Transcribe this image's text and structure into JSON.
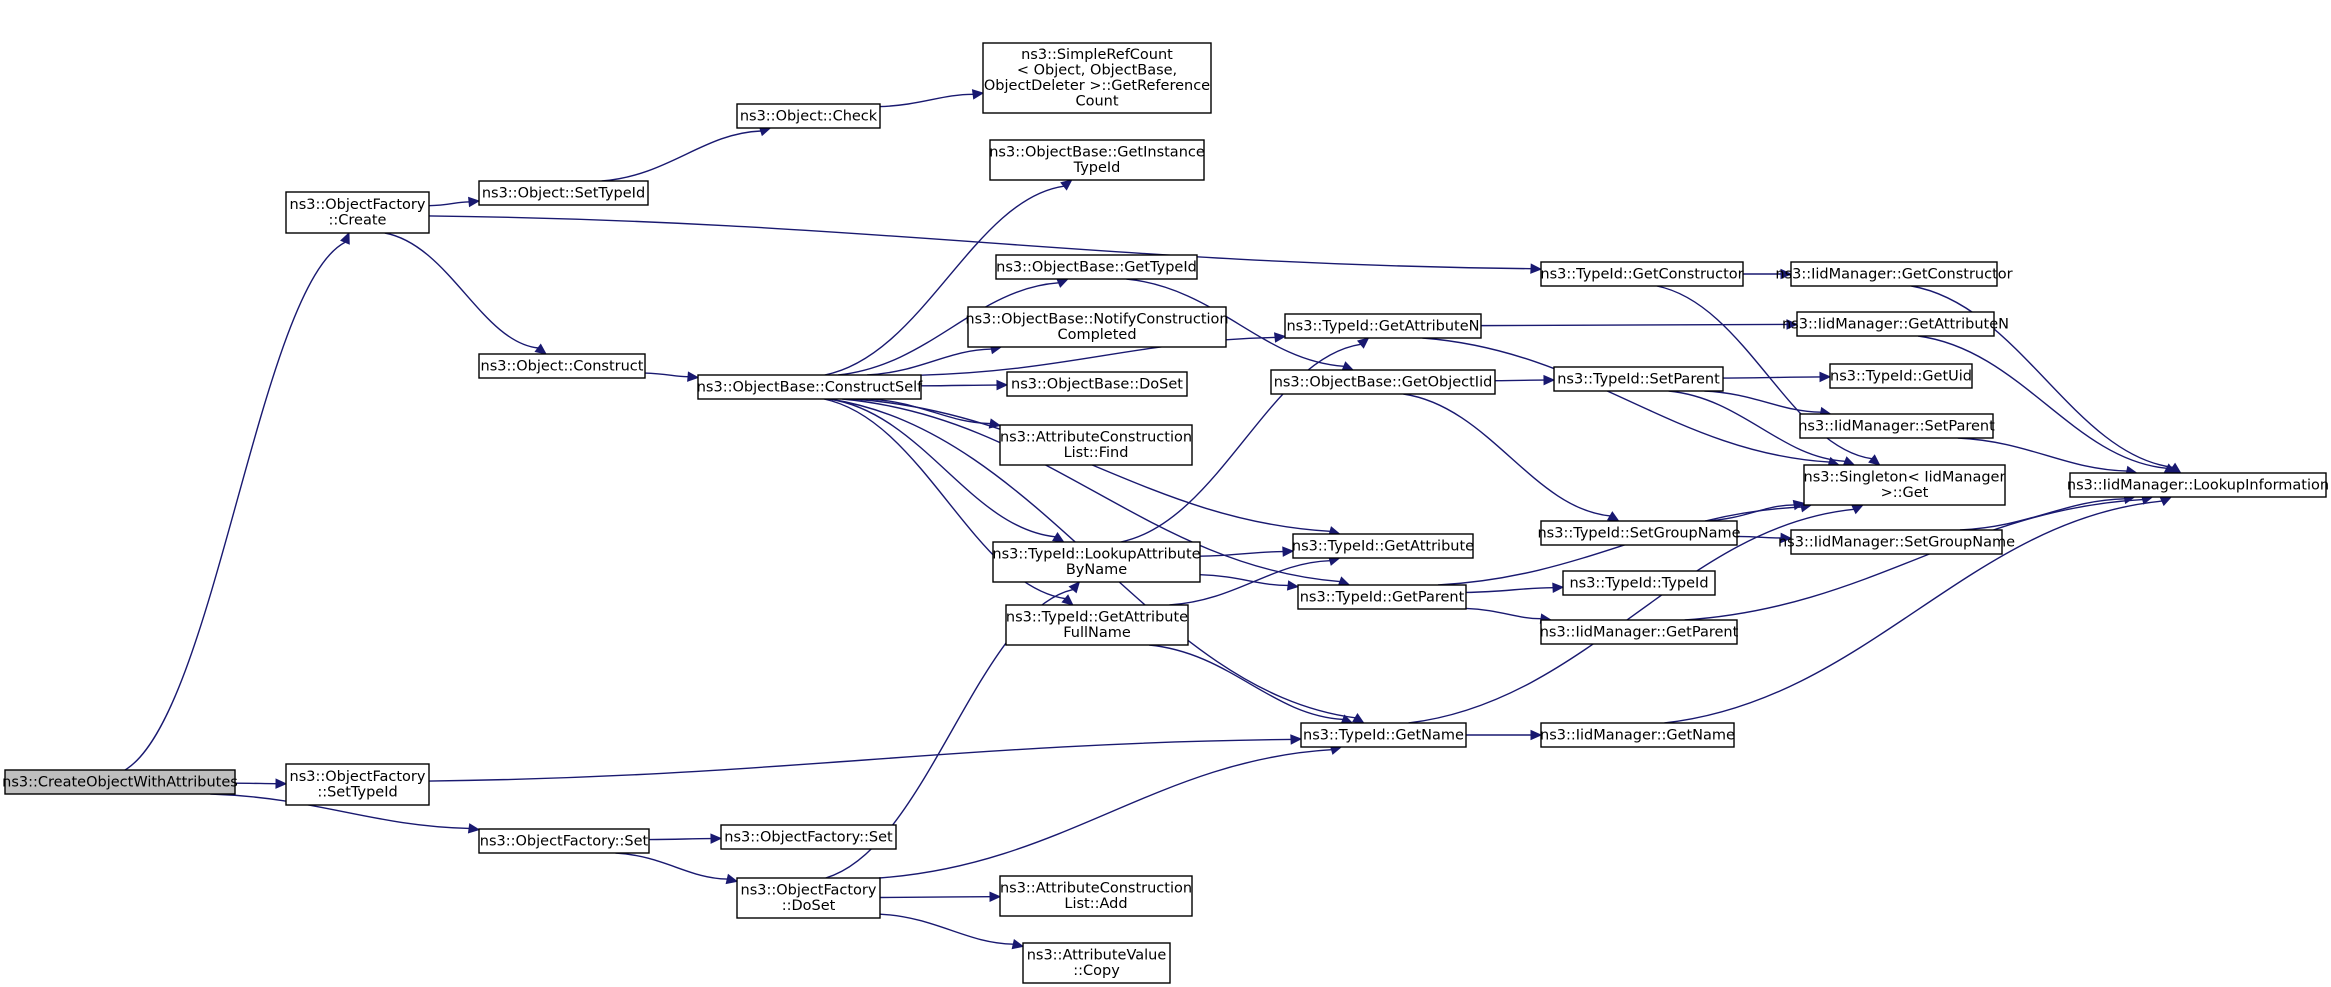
{
  "diagram": {
    "type": "call-graph",
    "colors": {
      "edge": "#191970",
      "node_border": "#000000",
      "root_fill": "#bfbfbf",
      "node_fill": "#ffffff"
    },
    "nodes": [
      {
        "id": "root",
        "lines": [
          "ns3::CreateObjectWithAttributes"
        ]
      },
      {
        "id": "ofcreate",
        "lines": [
          "ns3::ObjectFactory",
          "::Create"
        ]
      },
      {
        "id": "ofsettypeid",
        "lines": [
          "ns3::ObjectFactory",
          "::SetTypeId"
        ]
      },
      {
        "id": "ofset",
        "lines": [
          "ns3::ObjectFactory::Set"
        ]
      },
      {
        "id": "objsettypeid",
        "lines": [
          "ns3::Object::SetTypeId"
        ]
      },
      {
        "id": "objconstruct",
        "lines": [
          "ns3::Object::Construct"
        ]
      },
      {
        "id": "objcheck",
        "lines": [
          "ns3::Object::Check"
        ]
      },
      {
        "id": "refcount",
        "lines": [
          "ns3::SimpleRefCount",
          "< Object, ObjectBase,",
          "ObjectDeleter >::GetReference",
          "Count"
        ]
      },
      {
        "id": "constructself",
        "lines": [
          "ns3::ObjectBase::ConstructSelf"
        ]
      },
      {
        "id": "getinstancetypeid",
        "lines": [
          "ns3::ObjectBase::GetInstance",
          "TypeId"
        ]
      },
      {
        "id": "obgettypeid",
        "lines": [
          "ns3::ObjectBase::GetTypeId"
        ]
      },
      {
        "id": "notifyconstruction",
        "lines": [
          "ns3::ObjectBase::NotifyConstruction",
          "Completed"
        ]
      },
      {
        "id": "obdoset",
        "lines": [
          "ns3::ObjectBase::DoSet"
        ]
      },
      {
        "id": "aclfind",
        "lines": [
          "ns3::AttributeConstruction",
          "List::Find"
        ]
      },
      {
        "id": "ofset2",
        "lines": [
          "ns3::ObjectFactory::Set"
        ]
      },
      {
        "id": "ofdoset",
        "lines": [
          "ns3::ObjectFactory",
          "::DoSet"
        ]
      },
      {
        "id": "acladd",
        "lines": [
          "ns3::AttributeConstruction",
          "List::Add"
        ]
      },
      {
        "id": "avcopy",
        "lines": [
          "ns3::AttributeValue",
          "::Copy"
        ]
      },
      {
        "id": "lookupattr",
        "lines": [
          "ns3::TypeId::LookupAttribute",
          "ByName"
        ]
      },
      {
        "id": "getattrfullname",
        "lines": [
          "ns3::TypeId::GetAttribute",
          "FullName"
        ]
      },
      {
        "id": "getattributen",
        "lines": [
          "ns3::TypeId::GetAttributeN"
        ]
      },
      {
        "id": "getobjectiid",
        "lines": [
          "ns3::ObjectBase::GetObjectIid"
        ]
      },
      {
        "id": "getattribute",
        "lines": [
          "ns3::TypeId::GetAttribute"
        ]
      },
      {
        "id": "getparent",
        "lines": [
          "ns3::TypeId::GetParent"
        ]
      },
      {
        "id": "getname",
        "lines": [
          "ns3::TypeId::GetName"
        ]
      },
      {
        "id": "getconstructor",
        "lines": [
          "ns3::TypeId::GetConstructor"
        ]
      },
      {
        "id": "setparent",
        "lines": [
          "ns3::TypeId::SetParent"
        ]
      },
      {
        "id": "setgroupname",
        "lines": [
          "ns3::TypeId::SetGroupName"
        ]
      },
      {
        "id": "typeidctor",
        "lines": [
          "ns3::TypeId::TypeId"
        ]
      },
      {
        "id": "iidgetparent",
        "lines": [
          "ns3::IidManager::GetParent"
        ]
      },
      {
        "id": "iidgetname",
        "lines": [
          "ns3::IidManager::GetName"
        ]
      },
      {
        "id": "iidgetconstructor",
        "lines": [
          "ns3::IidManager::GetConstructor"
        ]
      },
      {
        "id": "iidgetattributen",
        "lines": [
          "ns3::IidManager::GetAttributeN"
        ]
      },
      {
        "id": "getuid",
        "lines": [
          "ns3::TypeId::GetUid"
        ]
      },
      {
        "id": "iidsetparent",
        "lines": [
          "ns3::IidManager::SetParent"
        ]
      },
      {
        "id": "singleton",
        "lines": [
          "ns3::Singleton< IidManager",
          ">::Get"
        ]
      },
      {
        "id": "iidsetgroupname",
        "lines": [
          "ns3::IidManager::SetGroupName"
        ]
      },
      {
        "id": "lookupinfo",
        "lines": [
          "ns3::IidManager::LookupInformation"
        ]
      }
    ],
    "edges": [
      [
        "root",
        "ofcreate"
      ],
      [
        "root",
        "ofsettypeid"
      ],
      [
        "root",
        "ofset"
      ],
      [
        "ofcreate",
        "getconstructor"
      ],
      [
        "ofcreate",
        "objsettypeid"
      ],
      [
        "ofcreate",
        "objconstruct"
      ],
      [
        "ofsettypeid",
        "getname"
      ],
      [
        "ofset",
        "ofset2"
      ],
      [
        "ofset",
        "ofdoset"
      ],
      [
        "objsettypeid",
        "objcheck"
      ],
      [
        "objcheck",
        "refcount"
      ],
      [
        "objconstruct",
        "constructself"
      ],
      [
        "constructself",
        "getinstancetypeid"
      ],
      [
        "constructself",
        "getattributen"
      ],
      [
        "constructself",
        "obgettypeid"
      ],
      [
        "constructself",
        "notifyconstruction"
      ],
      [
        "constructself",
        "obdoset"
      ],
      [
        "constructself",
        "aclfind"
      ],
      [
        "constructself",
        "getattribute"
      ],
      [
        "constructself",
        "lookupattr"
      ],
      [
        "constructself",
        "getattrfullname"
      ],
      [
        "constructself",
        "getparent"
      ],
      [
        "constructself",
        "getname"
      ],
      [
        "obgettypeid",
        "getobjectiid"
      ],
      [
        "ofdoset",
        "lookupattr"
      ],
      [
        "ofdoset",
        "getname"
      ],
      [
        "ofdoset",
        "acladd"
      ],
      [
        "ofdoset",
        "avcopy"
      ],
      [
        "lookupattr",
        "getattributen"
      ],
      [
        "lookupattr",
        "getattribute"
      ],
      [
        "lookupattr",
        "getparent"
      ],
      [
        "getattrfullname",
        "getattribute"
      ],
      [
        "getattrfullname",
        "getname"
      ],
      [
        "getattributen",
        "iidgetattributen"
      ],
      [
        "getattributen",
        "singleton"
      ],
      [
        "getobjectiid",
        "setparent"
      ],
      [
        "getobjectiid",
        "setgroupname"
      ],
      [
        "getparent",
        "typeidctor"
      ],
      [
        "getparent",
        "iidgetparent"
      ],
      [
        "getparent",
        "singleton"
      ],
      [
        "getname",
        "iidgetname"
      ],
      [
        "getname",
        "singleton"
      ],
      [
        "getconstructor",
        "iidgetconstructor"
      ],
      [
        "getconstructor",
        "singleton"
      ],
      [
        "setparent",
        "getuid"
      ],
      [
        "setparent",
        "iidsetparent"
      ],
      [
        "setparent",
        "singleton"
      ],
      [
        "setgroupname",
        "singleton"
      ],
      [
        "setgroupname",
        "iidsetgroupname"
      ],
      [
        "iidgetconstructor",
        "lookupinfo"
      ],
      [
        "iidgetattributen",
        "lookupinfo"
      ],
      [
        "iidsetparent",
        "lookupinfo"
      ],
      [
        "iidsetgroupname",
        "lookupinfo"
      ],
      [
        "iidgetparent",
        "lookupinfo"
      ],
      [
        "iidgetname",
        "lookupinfo"
      ]
    ]
  }
}
